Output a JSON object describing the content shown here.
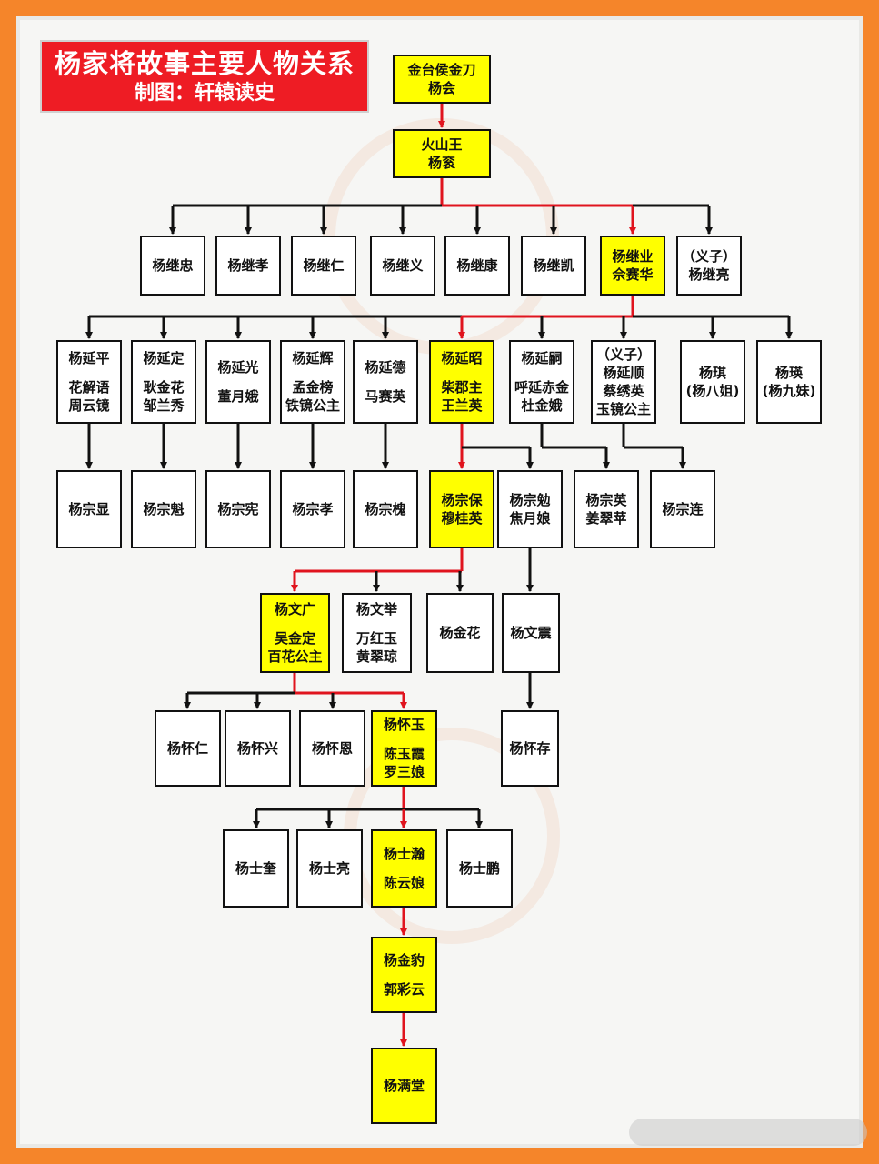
{
  "title": {
    "line1": "杨家将故事主要人物关系",
    "line2": "制图：轩辕读史"
  },
  "colors": {
    "frame": "#f5852a",
    "title_bg": "#ee1c24",
    "highlight": "#ffff00",
    "main_line": "#e0141e",
    "branch_line": "#111111"
  },
  "nodes": {
    "yanghui": [
      "金台侯金刀",
      "杨会"
    ],
    "yanggun": [
      "火山王",
      "杨衮"
    ],
    "jizhong": [
      "杨继忠"
    ],
    "jixiao": [
      "杨继孝"
    ],
    "jiren": [
      "杨继仁"
    ],
    "jiyi": [
      "杨继义"
    ],
    "jikang": [
      "杨继康"
    ],
    "jikai": [
      "杨继凯"
    ],
    "jiye": [
      "杨继业",
      "佘赛华"
    ],
    "jiliang": [
      "（义子）",
      "杨继亮"
    ],
    "yanping": [
      "杨延平",
      "",
      "花解语",
      "周云镜"
    ],
    "yanding": [
      "杨延定",
      "",
      "耿金花",
      "邹兰秀"
    ],
    "yanguang": [
      "杨延光",
      "",
      "董月娥"
    ],
    "yanhui": [
      "杨延辉",
      "",
      "孟金榜",
      "铁镜公主"
    ],
    "yande": [
      "杨延德",
      "",
      "马赛英"
    ],
    "yanzhao": [
      "杨延昭",
      "",
      "柴郡主",
      "王兰英"
    ],
    "yansi": [
      "杨延嗣",
      "",
      "呼延赤金",
      "杜金娥"
    ],
    "yanshun": [
      "（义子）",
      "杨延顺",
      "蔡绣英",
      "玉镜公主"
    ],
    "yangqi": [
      "杨琪",
      "(杨八姐)"
    ],
    "yangying": [
      "杨瑛",
      "(杨九妹)"
    ],
    "zongxian": [
      "杨宗显"
    ],
    "zongkui": [
      "杨宗魁"
    ],
    "zongxian2": [
      "杨宗宪"
    ],
    "zongxiao": [
      "杨宗孝"
    ],
    "zongkui2": [
      "杨宗槐"
    ],
    "zongbao": [
      "杨宗保",
      "穆桂英"
    ],
    "zongmian": [
      "杨宗勉",
      "焦月娘"
    ],
    "zongying": [
      "杨宗英",
      "姜翠苹"
    ],
    "zonglian": [
      "杨宗连"
    ],
    "wenguang": [
      "杨文广",
      "",
      "吴金定",
      "百花公主"
    ],
    "wenju": [
      "杨文举",
      "",
      "万红玉",
      "黄翠琼"
    ],
    "jinhua": [
      "杨金花"
    ],
    "wenzhen": [
      "杨文震"
    ],
    "huairen": [
      "杨怀仁"
    ],
    "huaixing": [
      "杨怀兴"
    ],
    "huaien": [
      "杨怀恩"
    ],
    "huaiyu": [
      "杨怀玉",
      "",
      "陈玉霞",
      "罗三娘"
    ],
    "huaicun": [
      "杨怀存"
    ],
    "shikui": [
      "杨士奎"
    ],
    "shiliang": [
      "杨士亮"
    ],
    "shihan": [
      "杨士瀚",
      "",
      "陈云娘"
    ],
    "shipeng": [
      "杨士鹏"
    ],
    "jinbao": [
      "杨金豹",
      "",
      "郭彩云"
    ],
    "mantang": [
      "杨满堂"
    ]
  }
}
